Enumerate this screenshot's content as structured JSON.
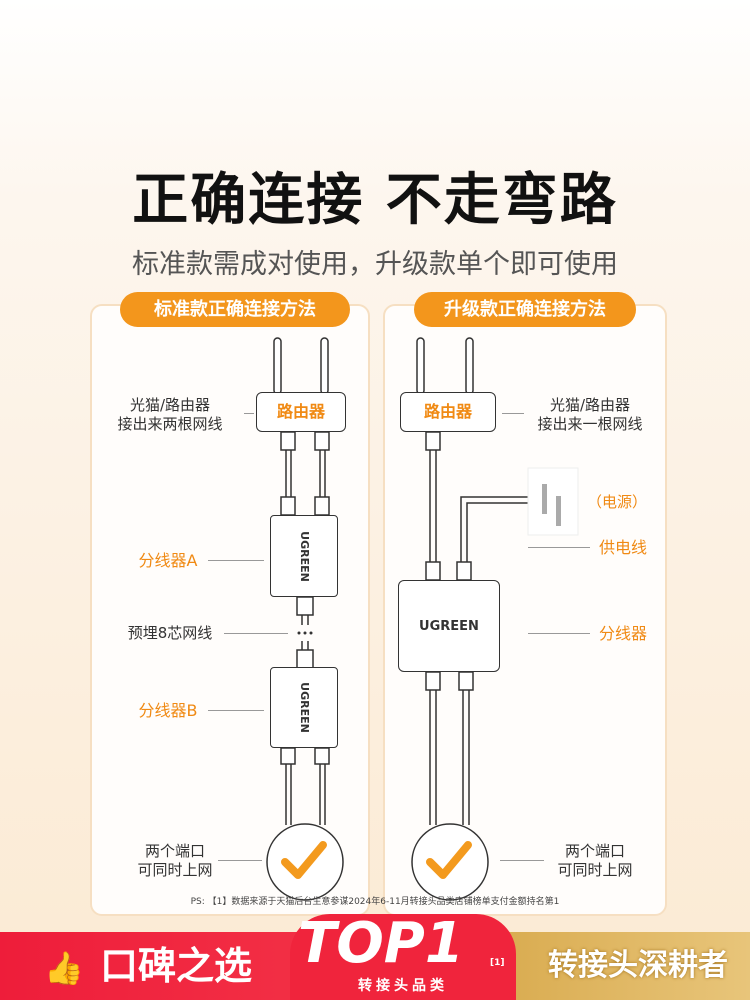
{
  "title": "正确连接 不走弯路",
  "subtitle": "标准款需成对使用，升级款单个即可使用",
  "left": {
    "header": "标准款正确连接方法",
    "router": "路由器",
    "router_label_1": "光猫/路由器",
    "router_label_2": "接出来两根网线",
    "splitter_a": "分线器A",
    "cable": "预埋8芯网线",
    "splitter_b": "分线器B",
    "brand": "UGREEN",
    "ports_1": "两个端口",
    "ports_2": "可同时上网"
  },
  "right": {
    "header": "升级款正确连接方法",
    "router": "路由器",
    "router_label_1": "光猫/路由器",
    "router_label_2": "接出来一根网线",
    "power": "（电源）",
    "power_cable": "供电线",
    "splitter": "分线器",
    "brand": "UGREEN",
    "ports_1": "两个端口",
    "ports_2": "可同时上网"
  },
  "footnote": "PS:  【1】数据来源于天猫后台生意参谋2024年6-11月转接头品类店铺榜单支付金额持名第1",
  "banner": {
    "left": "口碑之选",
    "badge": "TOP1",
    "badge_note": "[1]",
    "badge_sub": "转接头品类",
    "right": "转接头深耕者"
  },
  "colors": {
    "accent": "#f3961c",
    "banner_red": "#ee1d3a",
    "banner_gold": "#d7a84a"
  }
}
